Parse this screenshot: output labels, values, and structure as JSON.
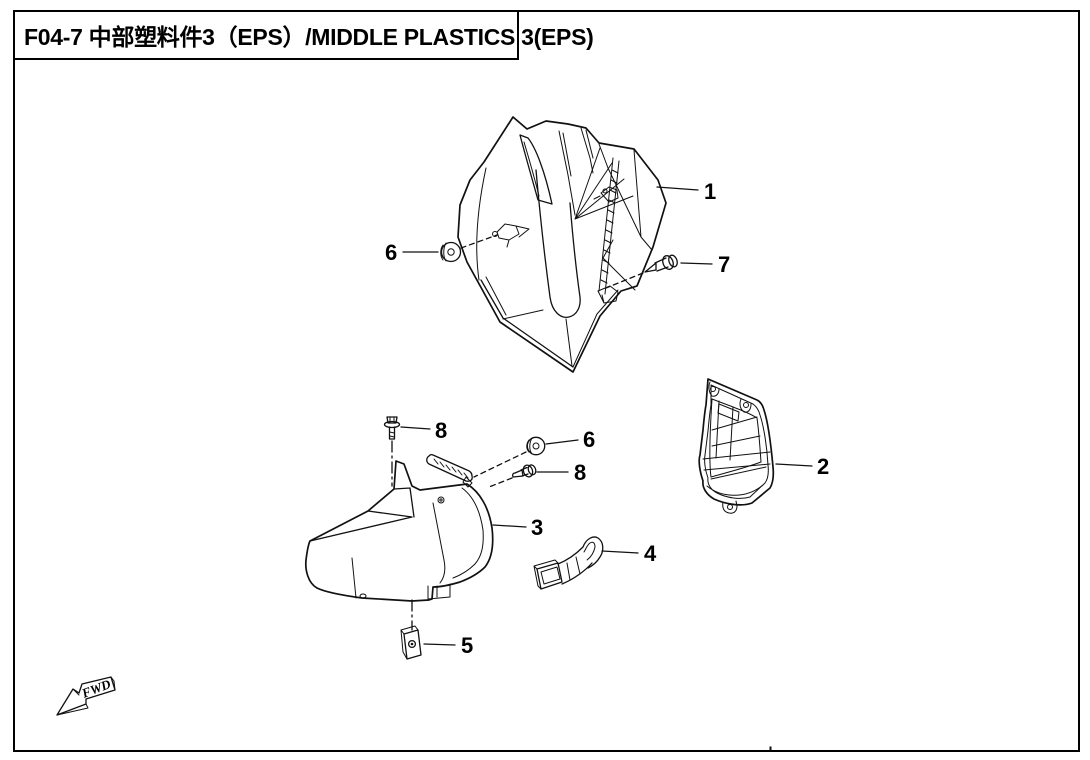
{
  "header": {
    "title": "F04-7 中部塑料件3（EPS）/MIDDLE PLASTICS 3(EPS)"
  },
  "diagram": {
    "fwd_label": "FWD",
    "callouts": {
      "part1": "1",
      "part2": "2",
      "part3": "3",
      "part4": "4",
      "part5": "5",
      "part6_upper": "6",
      "part6_middle": "6",
      "part7": "7",
      "part8_upper": "8",
      "part8_middle": "8"
    }
  },
  "colors": {
    "ink": "#000000",
    "paper": "#ffffff"
  }
}
